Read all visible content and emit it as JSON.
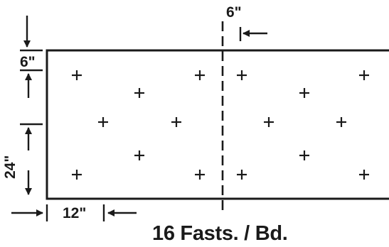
{
  "dimensions": {
    "top_offset": "6\"",
    "left_offset": "6\"",
    "vertical_spacing": "24\"",
    "horizontal_spacing": "12\""
  },
  "caption": "16 Fasts. / Bd.",
  "fastener_count": 16,
  "colors": {
    "ink": "#1a1a1a",
    "background": "#ffffff"
  },
  "icons": [
    "arrow-right-icon",
    "arrow-left-icon",
    "arrow-up-icon",
    "arrow-down-icon",
    "plus-mark-icon"
  ]
}
